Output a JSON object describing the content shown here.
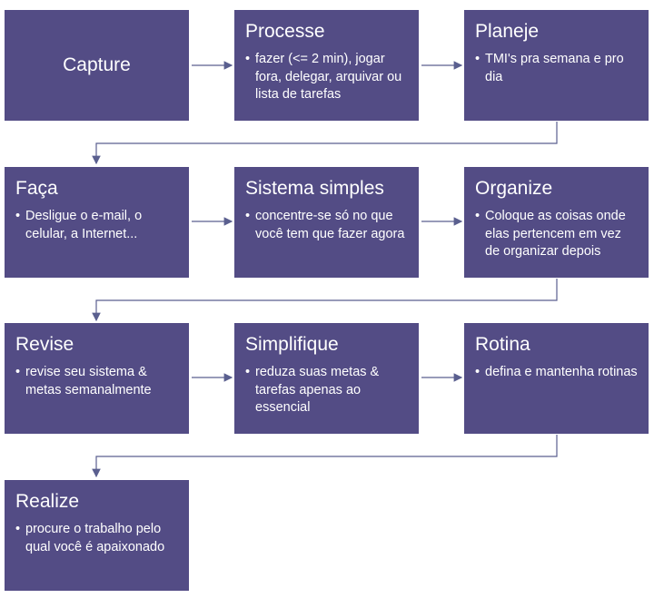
{
  "steps": [
    {
      "id": "capture",
      "title": "Capture",
      "bullet": ""
    },
    {
      "id": "processe",
      "title": "Processe",
      "bullet": "fazer (<= 2 min), jogar fora, delegar, arquivar ou lista de tarefas"
    },
    {
      "id": "planeje",
      "title": "Planeje",
      "bullet": "TMI's pra semana e pro dia"
    },
    {
      "id": "faca",
      "title": "Faça",
      "bullet": "Desligue o e-mail, o celular, a Internet..."
    },
    {
      "id": "sistema",
      "title": "Sistema simples",
      "bullet": "concentre-se só no que você tem que fazer agora"
    },
    {
      "id": "organize",
      "title": "Organize",
      "bullet": "Coloque as coisas onde elas pertencem em vez de organizar depois"
    },
    {
      "id": "revise",
      "title": "Revise",
      "bullet": "revise seu sistema & metas semanalmente"
    },
    {
      "id": "simplifique",
      "title": "Simplifique",
      "bullet": "reduza suas metas & tarefas apenas ao essencial"
    },
    {
      "id": "rotina",
      "title": "Rotina",
      "bullet": "defina e mantenha rotinas"
    },
    {
      "id": "realize",
      "title": "Realize",
      "bullet": "procure o trabalho pelo qual você é apaixonado"
    }
  ],
  "colors": {
    "box": "#534c85",
    "text": "#ffffff",
    "arrow": "#5a5f8f"
  }
}
